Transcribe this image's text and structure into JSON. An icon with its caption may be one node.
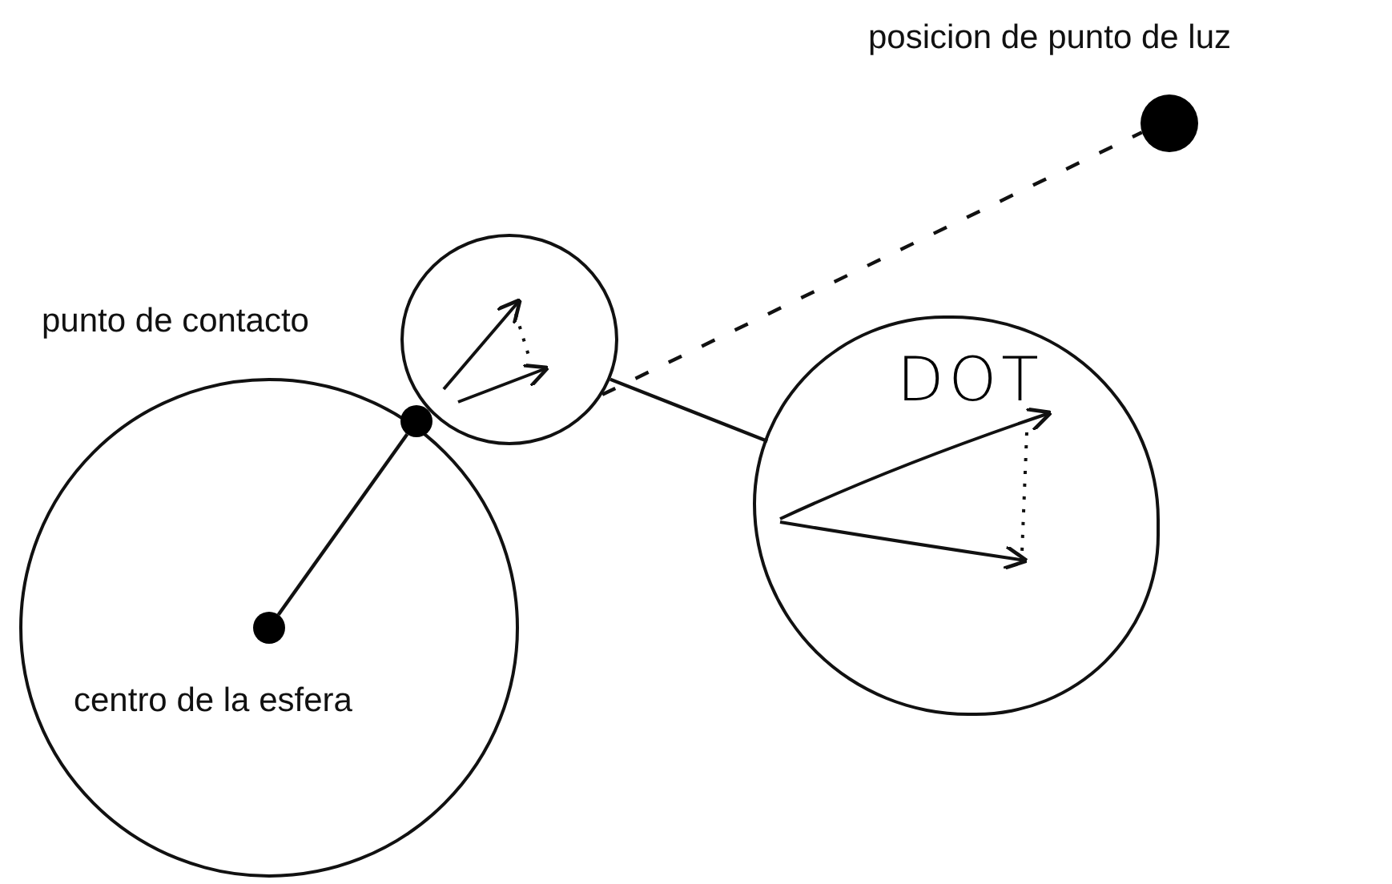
{
  "diagram": {
    "nodes": [
      {
        "text": [],
        "shape": "circle",
        "beside": [
          "posicion de punto de luz"
        ]
      },
      {
        "text": [],
        "shape": "circle"
      },
      {
        "text": [],
        "shape": "circle",
        "in": 1,
        "beside": [
          "centro de la esfera"
        ]
      },
      {
        "text": [],
        "shape": "circle",
        "beside": [
          "punto de contacto"
        ]
      },
      {
        "text": [],
        "shape": "circle"
      },
      {
        "text": [
          "DOT"
        ]
      }
    ],
    "edges": [
      {
        "from": 2,
        "to": 3,
        "arrow": "none"
      },
      {
        "from": 4,
        "to": 0,
        "arrow": "none",
        "style": "dashed"
      },
      {
        "from": 4,
        "to": 5,
        "arrow": "none"
      }
    ]
  }
}
